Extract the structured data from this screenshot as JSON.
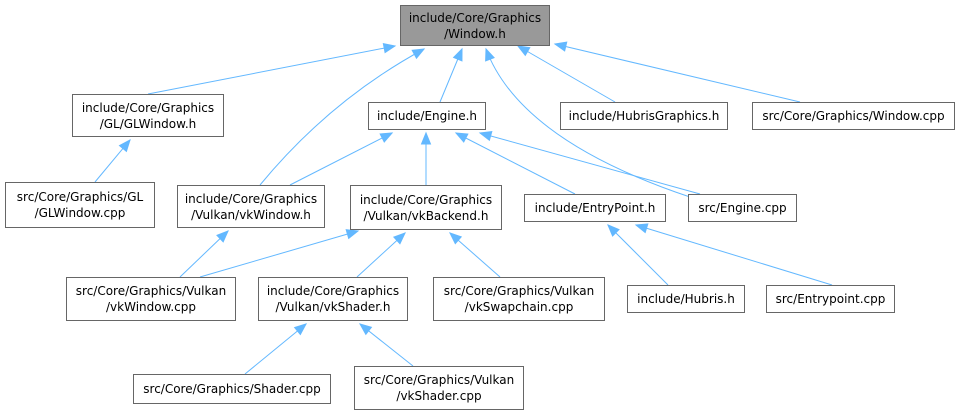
{
  "nodes": [
    {
      "id": "window_h",
      "label": "include/Core/Graphics\n/Window.h",
      "root": true
    },
    {
      "id": "glwindow_h",
      "label": "include/Core/Graphics\n/GL/GLWindow.h"
    },
    {
      "id": "engine_h",
      "label": "include/Engine.h"
    },
    {
      "id": "hubrisgraphics_h",
      "label": "include/HubrisGraphics.h"
    },
    {
      "id": "window_cpp",
      "label": "src/Core/Graphics/Window.cpp"
    },
    {
      "id": "glwindow_cpp",
      "label": "src/Core/Graphics/GL\n/GLWindow.cpp"
    },
    {
      "id": "vkwindow_h",
      "label": "include/Core/Graphics\n/Vulkan/vkWindow.h"
    },
    {
      "id": "vkbackend_h",
      "label": "include/Core/Graphics\n/Vulkan/vkBackend.h"
    },
    {
      "id": "entrypoint_h",
      "label": "include/EntryPoint.h"
    },
    {
      "id": "engine_cpp",
      "label": "src/Engine.cpp"
    },
    {
      "id": "vkwindow_cpp",
      "label": "src/Core/Graphics/Vulkan\n/vkWindow.cpp"
    },
    {
      "id": "vkshader_h",
      "label": "include/Core/Graphics\n/Vulkan/vkShader.h"
    },
    {
      "id": "vkswapchain_cpp",
      "label": "src/Core/Graphics/Vulkan\n/vkSwapchain.cpp"
    },
    {
      "id": "hubris_h",
      "label": "include/Hubris.h"
    },
    {
      "id": "entrypoint_cpp",
      "label": "src/Entrypoint.cpp"
    },
    {
      "id": "shader_cpp",
      "label": "src/Core/Graphics/Shader.cpp"
    },
    {
      "id": "vkshader_cpp",
      "label": "src/Core/Graphics/Vulkan\n/vkShader.cpp"
    }
  ],
  "edges": [
    {
      "from": "glwindow_h",
      "to": "window_h"
    },
    {
      "from": "engine_h",
      "to": "window_h"
    },
    {
      "from": "hubrisgraphics_h",
      "to": "window_h"
    },
    {
      "from": "window_cpp",
      "to": "window_h"
    },
    {
      "from": "vkwindow_h",
      "to": "window_h"
    },
    {
      "from": "engine_cpp",
      "to": "window_h"
    },
    {
      "from": "glwindow_cpp",
      "to": "glwindow_h"
    },
    {
      "from": "vkwindow_h",
      "to": "engine_h"
    },
    {
      "from": "vkbackend_h",
      "to": "engine_h"
    },
    {
      "from": "entrypoint_h",
      "to": "engine_h"
    },
    {
      "from": "engine_cpp",
      "to": "engine_h"
    },
    {
      "from": "vkwindow_cpp",
      "to": "vkwindow_h"
    },
    {
      "from": "vkwindow_cpp",
      "to": "vkbackend_h"
    },
    {
      "from": "vkshader_h",
      "to": "vkbackend_h"
    },
    {
      "from": "vkswapchain_cpp",
      "to": "vkbackend_h"
    },
    {
      "from": "hubris_h",
      "to": "entrypoint_h"
    },
    {
      "from": "entrypoint_cpp",
      "to": "entrypoint_h"
    },
    {
      "from": "shader_cpp",
      "to": "vkshader_h"
    },
    {
      "from": "vkshader_cpp",
      "to": "vkshader_h"
    }
  ],
  "colors": {
    "edge": "#63b8ff",
    "root_fill": "#999999",
    "node_border": "#666666",
    "node_fill": "#ffffff"
  }
}
